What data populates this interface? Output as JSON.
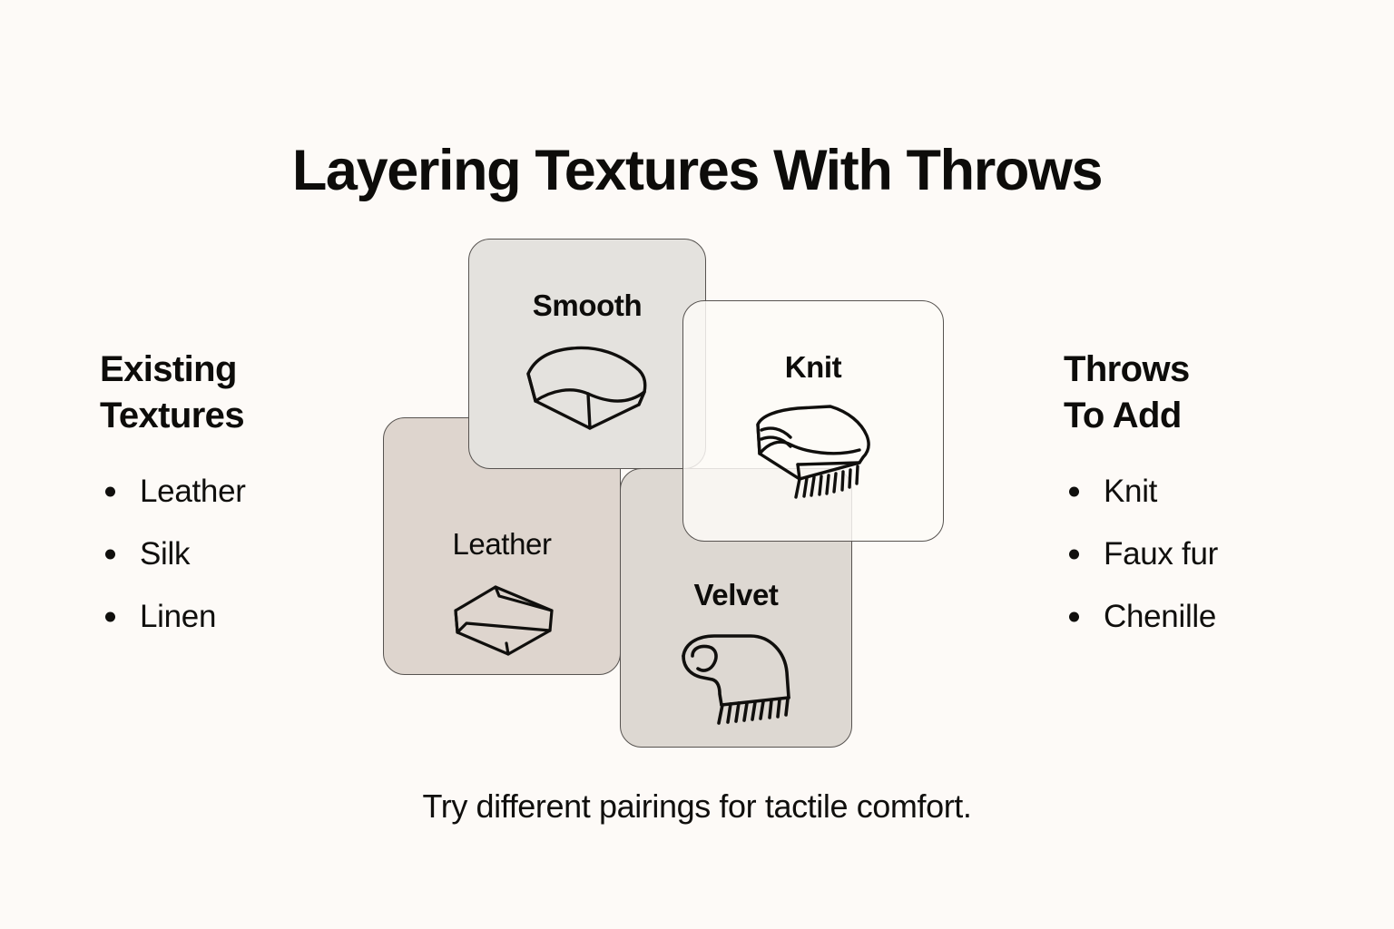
{
  "page": {
    "title": "Layering Textures With Throws",
    "caption": "Try different pairings for tactile comfort.",
    "background_color": "#fdfaf7",
    "text_color": "#100f0d"
  },
  "left_column": {
    "heading": "Existing\nTextures",
    "items": [
      {
        "label": "Leather"
      },
      {
        "label": "Silk"
      },
      {
        "label": "Linen"
      }
    ]
  },
  "right_column": {
    "heading": "Throws\nTo Add",
    "items": [
      {
        "label": "Knit"
      },
      {
        "label": "Faux fur"
      },
      {
        "label": "Chenille"
      }
    ]
  },
  "cards": [
    {
      "id": "leather",
      "label": "Leather",
      "icon": "folded-leather-throw-icon",
      "fill": "#ded5ce",
      "border": "#575350",
      "label_weight": "normal"
    },
    {
      "id": "smooth",
      "label": "Smooth",
      "icon": "folded-smooth-blanket-icon",
      "fill": "#e4e2de",
      "border": "#575350",
      "label_weight": "bold"
    },
    {
      "id": "velvet",
      "label": "Velvet",
      "icon": "draped-fringed-throw-icon",
      "fill": "#ddd8d2",
      "border": "#575350",
      "label_weight": "bold"
    },
    {
      "id": "knit",
      "label": "Knit",
      "icon": "folded-fringed-knit-throw-icon",
      "fill": "rgba(253,250,247,0.84)",
      "border": "#575350",
      "label_weight": "bold"
    }
  ]
}
